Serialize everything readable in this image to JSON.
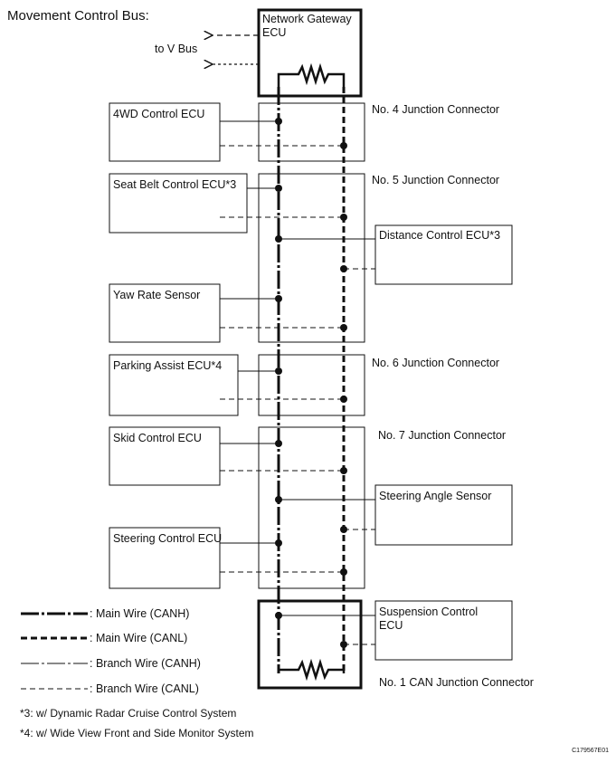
{
  "title": "Movement Control Bus:",
  "gateway": {
    "label": "Network Gateway ECU",
    "line1": "Network Gateway",
    "line2": "ECU"
  },
  "to_v_bus": "to V Bus",
  "ecus": {
    "wd4": "4WD Control ECU",
    "seatbelt": "Seat Belt Control ECU*3",
    "distance": "Distance Control ECU*3",
    "yaw": "Yaw Rate Sensor",
    "parking": "Parking Assist ECU*4",
    "skid": "Skid Control ECU",
    "steer_angle": "Steering Angle Sensor",
    "steer_ctrl": "Steering Control ECU",
    "suspension_line1": "Suspension Control",
    "suspension_line2": "ECU"
  },
  "junctions": {
    "no4": "No. 4 Junction Connector",
    "no5": "No. 5 Junction Connector",
    "no6": "No. 6 Junction Connector",
    "no7": "No. 7 Junction Connector",
    "no1": "No. 1 CAN Junction Connector"
  },
  "legend": {
    "main_canh": ": Main Wire (CANH)",
    "main_canl": ": Main Wire (CANL)",
    "branch_canh": ": Branch Wire (CANH)",
    "branch_canl": ": Branch Wire (CANL)"
  },
  "notes": {
    "n3": "*3: w/ Dynamic Radar Cruise Control System",
    "n4": "*4: w/ Wide View Front and Side Monitor System"
  },
  "figure_code": "C179567E01"
}
